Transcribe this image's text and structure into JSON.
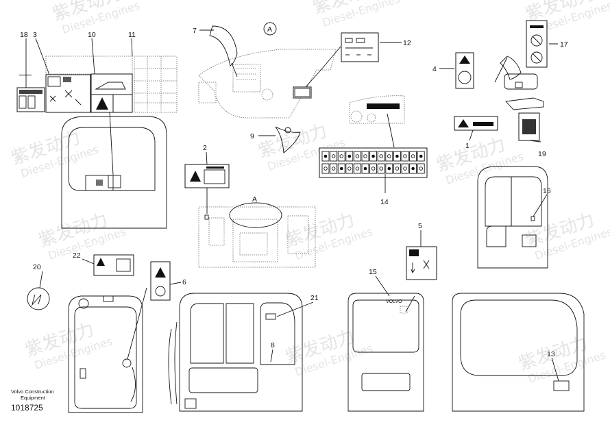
{
  "figure": {
    "caption_line1": "Volvo Construction",
    "caption_line2": "Equipment",
    "figure_number": "1018725",
    "view_marker": "A",
    "view_marker_small": "A",
    "cab_badge": "VOLVO"
  },
  "callouts": [
    {
      "id": "18",
      "text": "18"
    },
    {
      "id": "3",
      "text": "3"
    },
    {
      "id": "10",
      "text": "10"
    },
    {
      "id": "11",
      "text": "11"
    },
    {
      "id": "7",
      "text": "7"
    },
    {
      "id": "12",
      "text": "12"
    },
    {
      "id": "17",
      "text": "17"
    },
    {
      "id": "4",
      "text": "4"
    },
    {
      "id": "9",
      "text": "9"
    },
    {
      "id": "2",
      "text": "2"
    },
    {
      "id": "1",
      "text": "1"
    },
    {
      "id": "19",
      "text": "19"
    },
    {
      "id": "14",
      "text": "14"
    },
    {
      "id": "16",
      "text": "16"
    },
    {
      "id": "5",
      "text": "5"
    },
    {
      "id": "22",
      "text": "22"
    },
    {
      "id": "20",
      "text": "20"
    },
    {
      "id": "6",
      "text": "6"
    },
    {
      "id": "15",
      "text": "15"
    },
    {
      "id": "21",
      "text": "21"
    },
    {
      "id": "8",
      "text": "8"
    },
    {
      "id": "13",
      "text": "13"
    }
  ],
  "watermark": {
    "brand_cn": "紫发动力",
    "brand_en": "Diesel-Engines"
  }
}
